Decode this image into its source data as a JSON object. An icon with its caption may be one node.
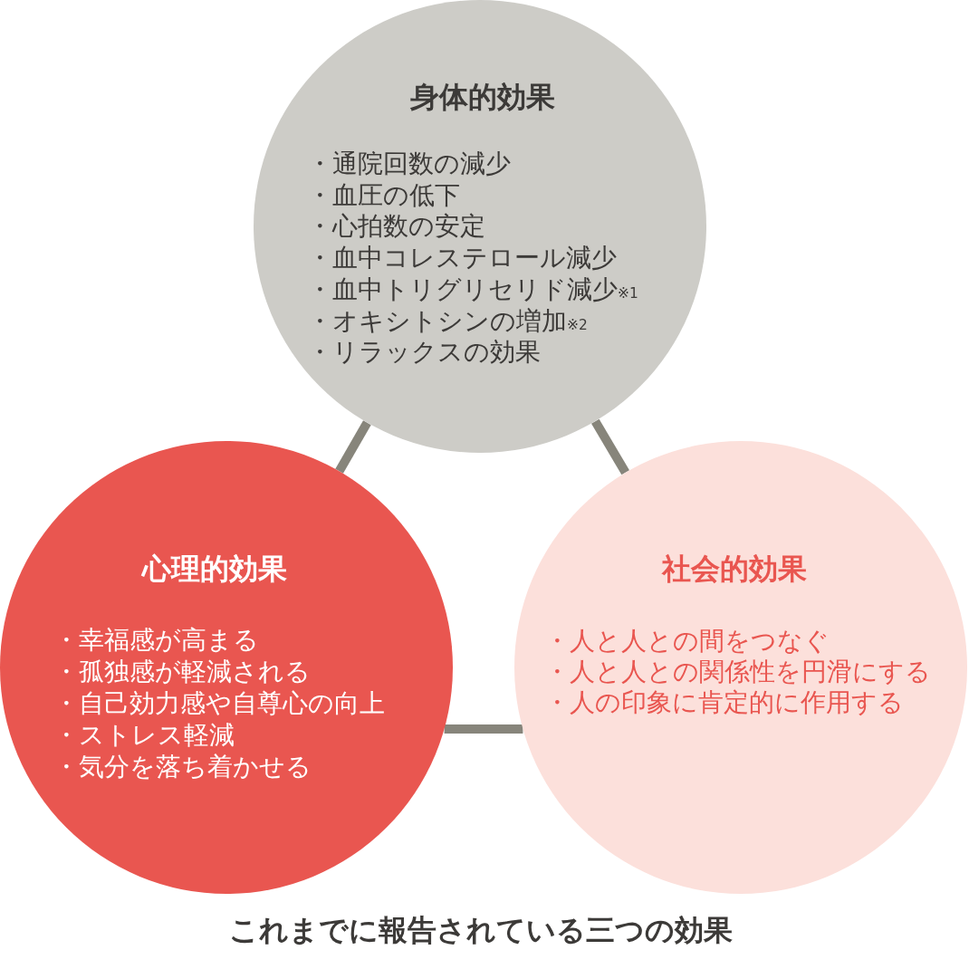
{
  "diagram": {
    "caption": "これまでに報告されている三つの効果",
    "nodes": [
      {
        "text": [
          "身体的効果",
          "・通院回数の減少",
          "・血圧の低下",
          "・心拍数の安定",
          "・血中コレステロール減少",
          "・血中トリグリセリド減少$_{※1}$",
          "・オキシトシンの増加$_{※2}$",
          "・リラックスの効果"
        ]
      },
      {
        "text": [
          "心理的効果",
          "・幸福感が高まる",
          "・孤独感が軽減される",
          "・自己効力感や自尊心の向上",
          "・ストレス軽減",
          "・気分を落ち着かせる"
        ]
      },
      {
        "text": [
          "社会的効果",
          "・人と人との間をつなぐ",
          "・人と人との関係性を円滑にする",
          "・人の印象に肯定的に作用する"
        ]
      }
    ],
    "edges": [
      {
        "from": 0,
        "to": 1,
        "arrow": "none"
      },
      {
        "from": 0,
        "to": 2,
        "arrow": "none"
      },
      {
        "from": 1,
        "to": 2,
        "arrow": "none"
      }
    ]
  }
}
